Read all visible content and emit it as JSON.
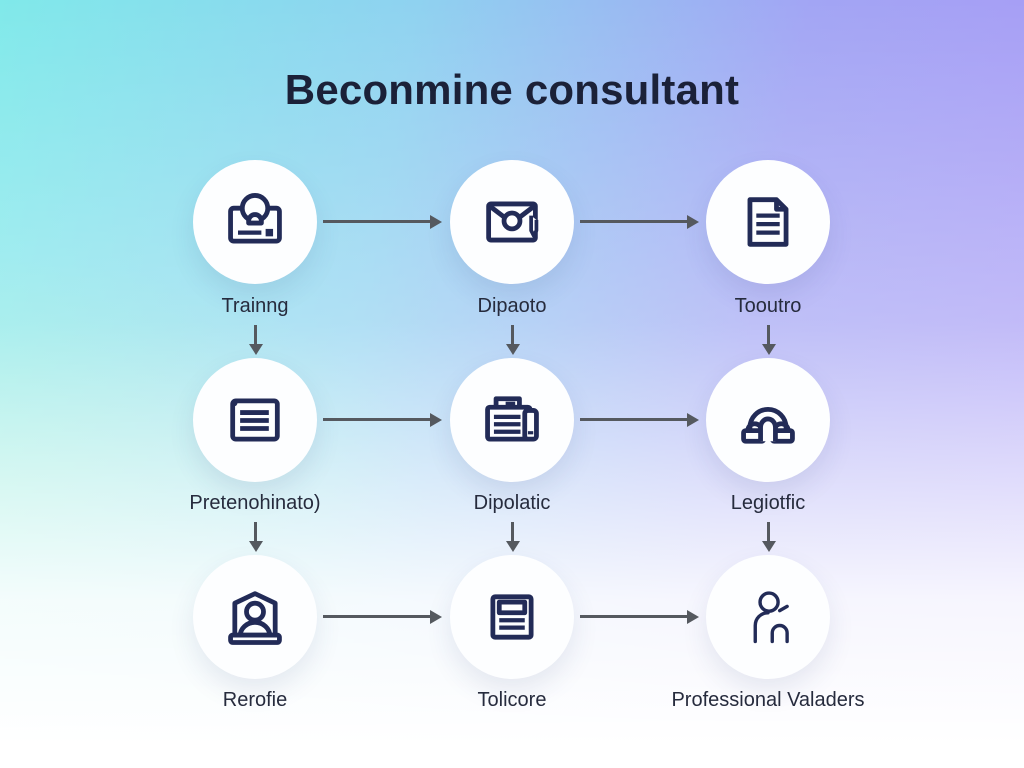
{
  "title": "Beconmine consultant",
  "steps": [
    {
      "icon": "training-certificate-icon",
      "label": "Trainng"
    },
    {
      "icon": "sealed-envelope-icon",
      "label": "Dipaoto"
    },
    {
      "icon": "document-icon",
      "label": "Tooutro"
    },
    {
      "icon": "note-card-icon",
      "label": "Pretenohinato)"
    },
    {
      "icon": "printed-document-icon",
      "label": "Dipolatic"
    },
    {
      "icon": "arch-monument-icon",
      "label": "Legiotfic"
    },
    {
      "icon": "person-portrait-icon",
      "label": "Rerofie"
    },
    {
      "icon": "newspaper-icon",
      "label": "Tolicore"
    },
    {
      "icon": "person-outline-icon",
      "label": "Professional Valaders"
    }
  ],
  "colors": {
    "icon_stroke": "#222b57",
    "arrow": "#55595f",
    "title_text": "#1b2138",
    "label_text": "#262b3d",
    "circle_bg": "#fdfeff",
    "bg_top_left": "#80e9ea",
    "bg_top_right": "#a99bf6",
    "bg_bottom": "#ffffff"
  }
}
